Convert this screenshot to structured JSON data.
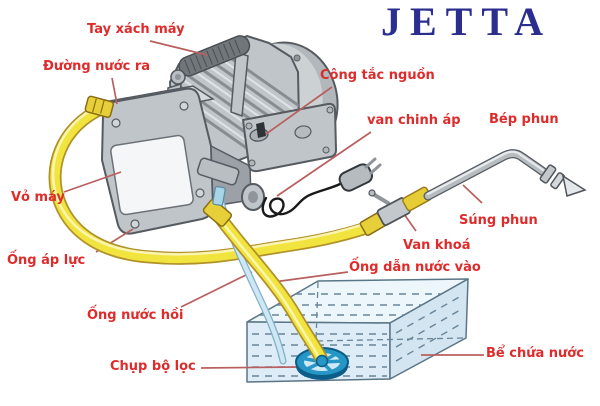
{
  "logo": {
    "text": "JETTA",
    "color": "#2b2e8e"
  },
  "diagram": {
    "subject": "JETTA high-pressure washer parts diagram",
    "labels": {
      "handle": "Tay xách máy",
      "water_outlet": "Đường nước ra",
      "power_switch": "Công tắc nguồn",
      "pressure_valve": "van chinh áp",
      "nozzle": "Bép phun",
      "casing": "Vỏ máy",
      "spray_gun": "Súng phun",
      "pressure_hose": "Ống áp lực",
      "lock_valve": "Van khoá",
      "inlet_hose": "Ống dẫn nước vào",
      "return_hose": "Ống nước hồi",
      "filter_cap": "Chụp bộ lọc",
      "water_tank": "Bể chứa nước"
    },
    "colors": {
      "label_red": "#de2b2b",
      "leader_red": "#b95f5f",
      "logo_blue": "#2b2e8e",
      "hose_yellow": "#f2e43f",
      "hose_yellow_edge": "#b1912a",
      "hose_highlight": "#fbf6b8",
      "fitting_yellow": "#e7cf3a",
      "hose_blue": "#cfe7f2",
      "hose_blue_edge": "#7fb0c9",
      "filter_blue": "#2596c6",
      "filter_blue_dark": "#0c5d88",
      "filter_inner": "#cde9f5",
      "tank_fill_top": "#edf6fb",
      "tank_fill_front": "#ddecf6",
      "tank_fill_side": "#d3e5f1",
      "tank_line": "#5a7585",
      "water_dash": "#68859a",
      "metal_light": "#d6dade",
      "metal_mid": "#c0c5c9",
      "metal_dark": "#9ba1a6",
      "metal_outline": "#555b61",
      "panel_white": "#f4f6f8",
      "grip_dark": "#71767b",
      "cord_black": "#1a1a1a"
    }
  }
}
